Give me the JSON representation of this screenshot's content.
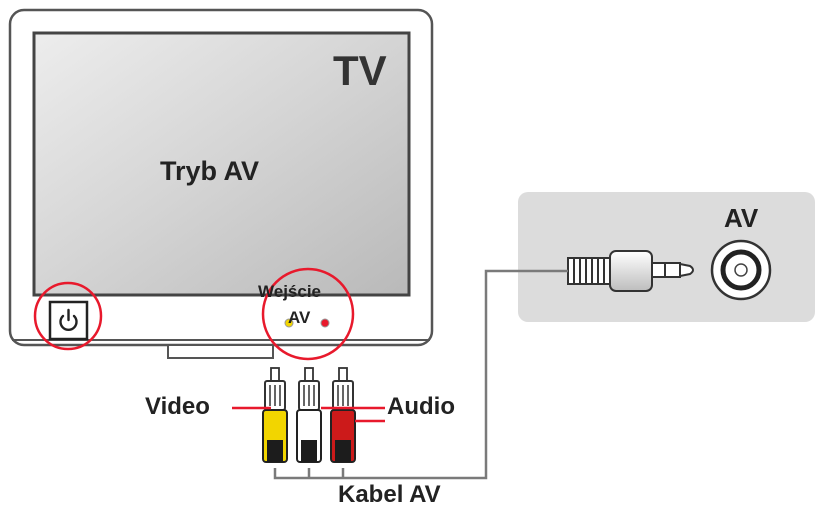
{
  "tv": {
    "label": "TV",
    "mode_text": "Tryb AV"
  },
  "av_input": {
    "label_line1": "Wejście",
    "label_line2": "AV"
  },
  "cable": {
    "video_label": "Video",
    "audio_label": "Audio",
    "cable_label": "Kabel AV"
  },
  "device": {
    "label": "AV"
  },
  "colors": {
    "highlight_circle": "#e8192c",
    "video_plug": "#f2d500",
    "audio_left_plug": "#ffffff",
    "audio_right_plug": "#cc1a1a",
    "cable_line": "#7a7a7a"
  }
}
